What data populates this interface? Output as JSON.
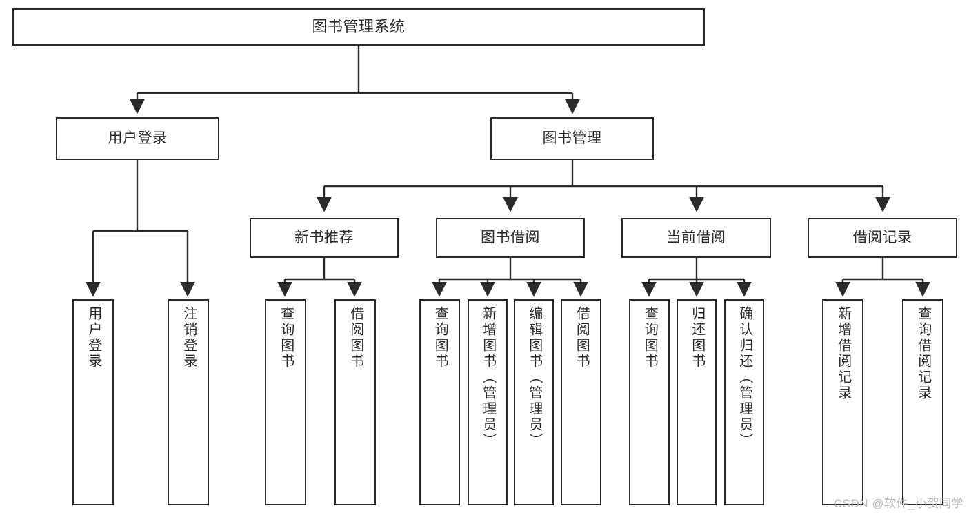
{
  "diagram": {
    "title": "图书管理系统",
    "watermark": "CSDN @软件_小贺同学",
    "colors": {
      "stroke": "#2b2b2b",
      "fill": "#ffffff",
      "text": "#2b2b2b",
      "watermark": "#b9b9b9"
    },
    "levels": {
      "root": {
        "label": "图书管理系统"
      },
      "level2": [
        {
          "id": "user-login",
          "label": "用户登录"
        },
        {
          "id": "book-management",
          "label": "图书管理"
        }
      ],
      "level3": [
        {
          "id": "new-book-recommend",
          "label": "新书推荐"
        },
        {
          "id": "book-borrow",
          "label": "图书借阅"
        },
        {
          "id": "current-borrow",
          "label": "当前借阅"
        },
        {
          "id": "borrow-record",
          "label": "借阅记录"
        }
      ],
      "leaves": {
        "user-login": [
          {
            "id": "leaf-user-login",
            "label": "用户登录"
          },
          {
            "id": "leaf-logout",
            "label": "注销登录"
          }
        ],
        "new-book-recommend": [
          {
            "id": "leaf-query-book-1",
            "label": "查询图书"
          },
          {
            "id": "leaf-borrow-book-1",
            "label": "借阅图书"
          }
        ],
        "book-borrow": [
          {
            "id": "leaf-query-book-2",
            "label": "查询图书"
          },
          {
            "id": "leaf-add-book",
            "label": "新增图书（管理员）"
          },
          {
            "id": "leaf-edit-book",
            "label": "编辑图书（管理员）"
          },
          {
            "id": "leaf-borrow-book-2",
            "label": "借阅图书"
          }
        ],
        "current-borrow": [
          {
            "id": "leaf-query-book-3",
            "label": "查询图书"
          },
          {
            "id": "leaf-return-book",
            "label": "归还图书"
          },
          {
            "id": "leaf-confirm-return",
            "label": "确认归还（管理员）"
          }
        ],
        "borrow-record": [
          {
            "id": "leaf-add-record",
            "label": "新增借阅记录"
          },
          {
            "id": "leaf-query-record",
            "label": "查询借阅记录"
          }
        ]
      }
    }
  }
}
